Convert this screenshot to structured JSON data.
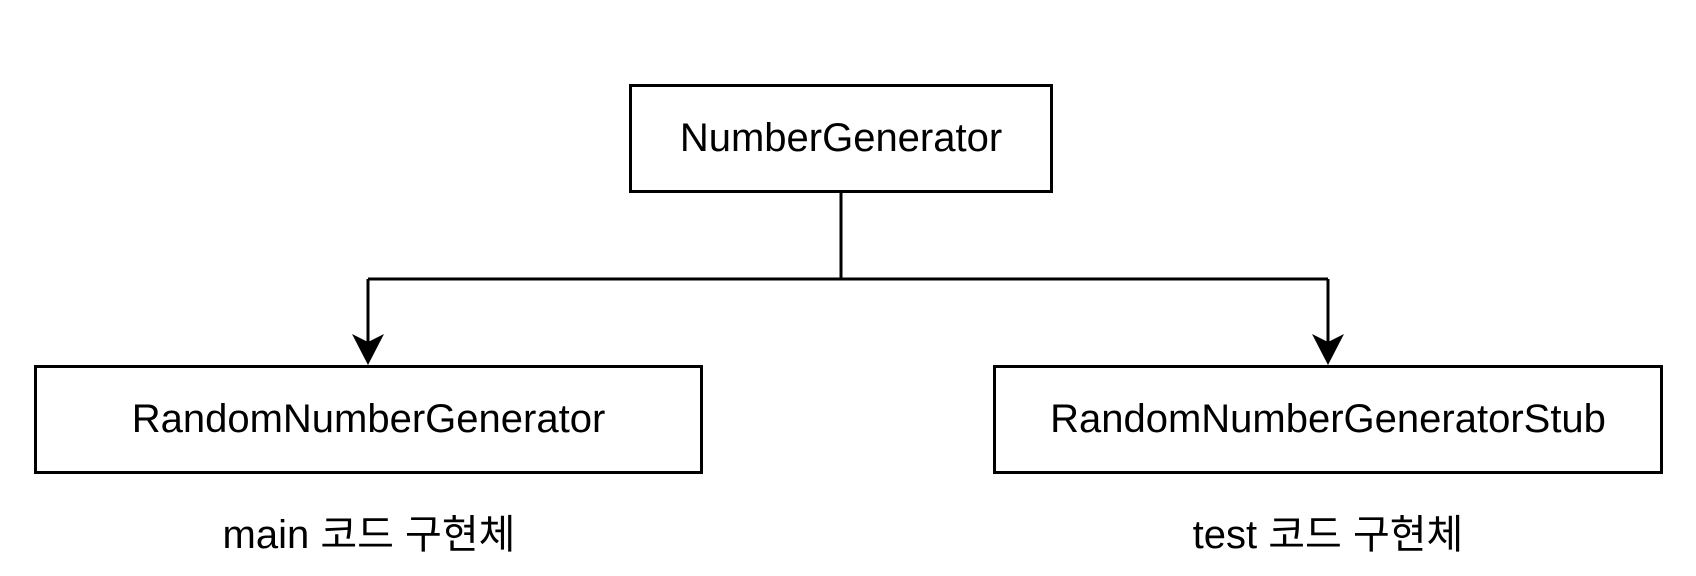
{
  "diagram": {
    "parent": {
      "label": "NumberGenerator"
    },
    "children": [
      {
        "label": "RandomNumberGenerator",
        "caption": "main 코드 구현체"
      },
      {
        "label": "RandomNumberGeneratorStub",
        "caption": "test 코드 구현체"
      }
    ]
  },
  "colors": {
    "stroke": "#000000",
    "background": "#ffffff"
  }
}
